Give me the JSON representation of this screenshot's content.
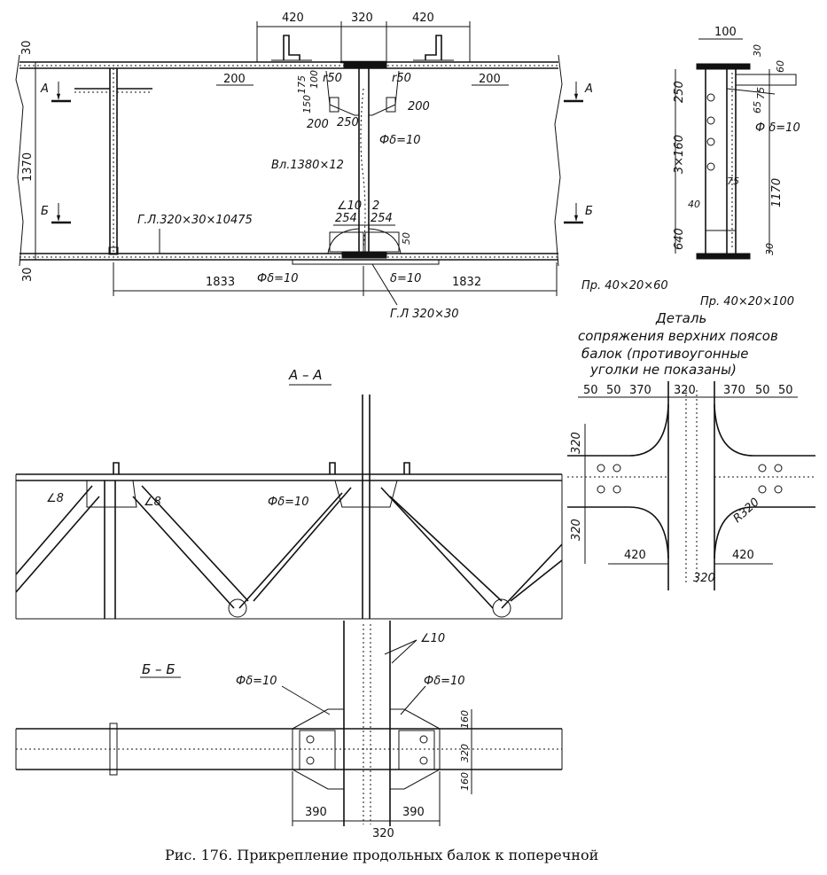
{
  "caption": "Рис. 176. Прикрепление продольных балок к поперечной",
  "elevation": {
    "dims_top": [
      "420",
      "320",
      "420"
    ],
    "dim_30_top": "30",
    "dim_30_bottom": "30",
    "dim_1370": "1370",
    "dim_200_left": "200",
    "dim_200_right": "200",
    "dim_175": "175",
    "dim_100": "100",
    "dim_150": "150",
    "r50_left": "r50",
    "r50_right": "r50",
    "dim_250": "250",
    "dim_200_a": "200",
    "dim_200_b": "200",
    "gusset_top": "Фδ=10",
    "web_plate": "Вл.1380×12",
    "angle_10": "∠10",
    "dim_2": "2",
    "dim_254_left": "254",
    "dim_254_right": "254",
    "dim_50": "50",
    "flange": "Г.Л.320×30×10475",
    "dim_1833": "1833",
    "dim_1832": "1832",
    "gusset_bottom": "Фδ=10",
    "plate_bottom": "δ=10",
    "bottom_flange": "Г.Л 320×30",
    "section_a": "А",
    "section_b": "Б"
  },
  "side_view": {
    "dim_100": "100",
    "dim_30": "30",
    "dim_60": "60",
    "dim_250": "250",
    "dim_75a": "75",
    "dim_65": "65",
    "gusset": "Ф δ=10",
    "dim_3x160": "3×160",
    "dim_1170": "1170",
    "dim_75b": "75",
    "dim_40": "40",
    "dim_640": "640",
    "dim_30b": "30",
    "pr_left": "Пр. 40×20×60",
    "pr_right": "Пр. 40×20×100"
  },
  "detail": {
    "title_lines": [
      "Деталь",
      "сопряжения верхних поясов",
      "балок (противоугонные",
      "уголки не показаны)"
    ],
    "dims_top": [
      "50",
      "50",
      "370",
      "320",
      "370",
      "50",
      "50"
    ],
    "dim_320_left_top": "320",
    "dim_320_left_bottom": "320",
    "dim_420_left": "420",
    "dim_420_right": "420",
    "radius": "R320",
    "dim_320_bottom": "320"
  },
  "section_aa": {
    "title": "А – А",
    "angle_left1": "∠8",
    "angle_left2": "∠8",
    "gusset": "Фδ=10"
  },
  "section_bb": {
    "title": "Б – Б",
    "angle": "∠10",
    "gusset_left": "Фδ=10",
    "gusset_right": "Фδ=10",
    "dim_160a": "160",
    "dim_320": "320",
    "dim_160b": "160",
    "dim_390_left": "390",
    "dim_390_right": "390",
    "dim_320_bottom": "320"
  }
}
